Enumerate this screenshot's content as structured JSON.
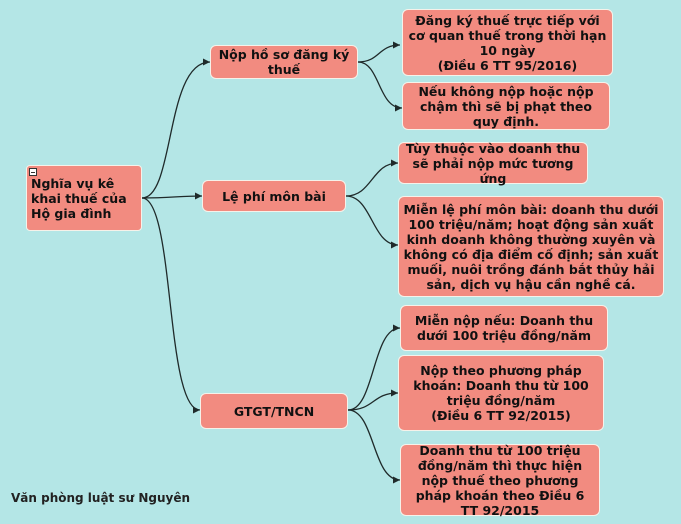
{
  "root": {
    "label": "Nghĩa vụ kê khai thuế của Hộ gia đình"
  },
  "branches": [
    {
      "label": "Nộp hồ sơ đăng ký thuế",
      "children": [
        "Đăng ký thuế trực tiếp với cơ quan thuế trong thời hạn 10 ngày\n(Điều 6 TT 95/2016)",
        "Nếu không nộp hoặc nộp chậm thì sẽ bị phạt theo quy định."
      ]
    },
    {
      "label": "Lệ phí môn bài",
      "children": [
        "Tùy thuộc vào doanh thu sẽ phải nộp mức tương ứng",
        "Miễn lệ phí môn bài: doanh thu dưới 100 triệu/năm; hoạt động sản xuất kinh doanh không thường xuyên và không có địa điểm cố định; sản xuất muối, nuôi trồng đánh bắt thủy hải sản, dịch vụ hậu cần nghề cá."
      ]
    },
    {
      "label": "GTGT/TNCN",
      "children": [
        "Miễn nộp nếu: Doanh thu dưới 100 triệu đồng/năm",
        "Nộp theo phương pháp khoán: Doanh thu từ 100 triệu đồng/năm\n(Điều 6 TT 92/2015)",
        "Doanh thu từ 100 triệu đồng/năm thì thực hiện nộp thuế theo phương pháp khoán theo Điều 6 TT 92/2015"
      ]
    }
  ],
  "footer": "Văn phòng luật sư Nguyên",
  "colors": {
    "background": "#b4e6e6",
    "node_fill": "#f28b80",
    "node_border": "#f6f2ea",
    "edge": "#1f2a2a"
  }
}
